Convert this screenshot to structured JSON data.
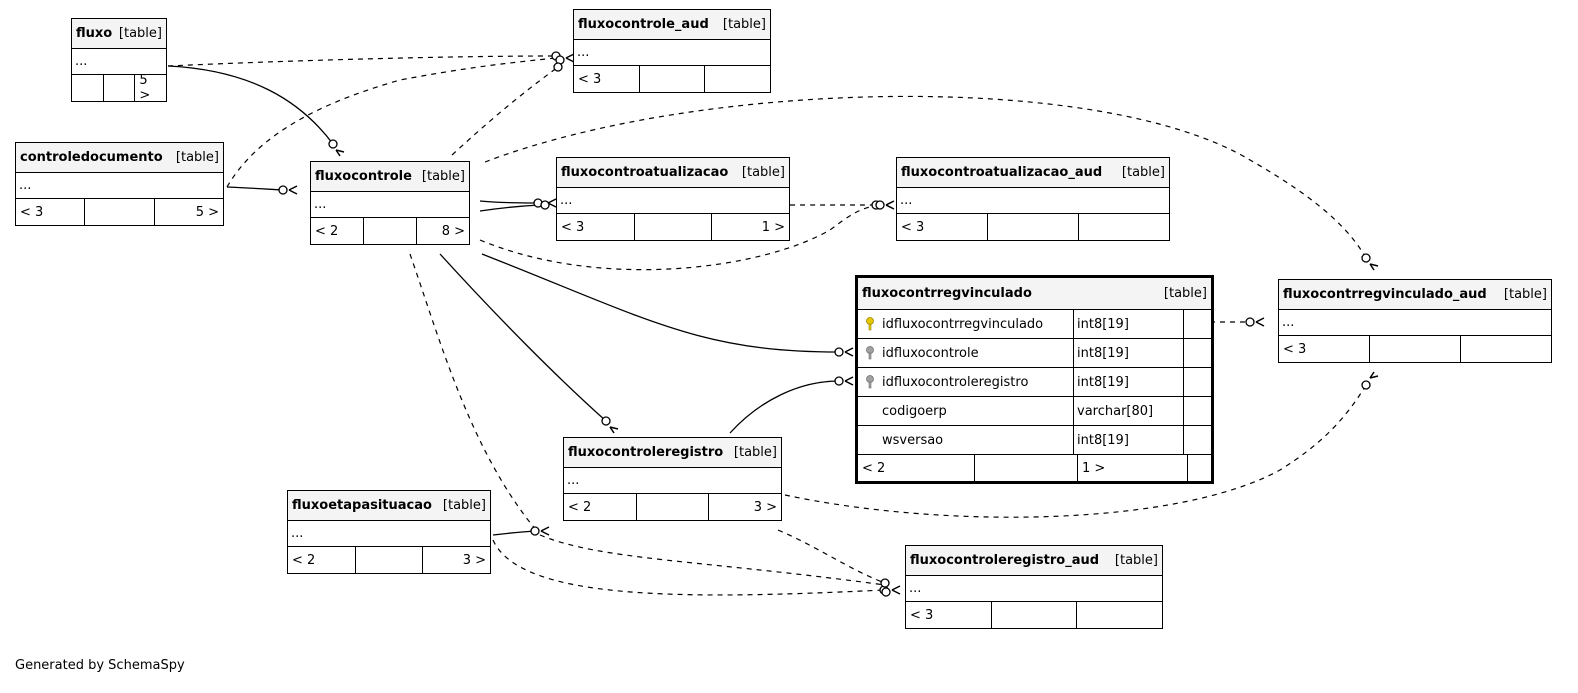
{
  "tables": {
    "fluxo": {
      "name": "fluxo",
      "type": "[table]",
      "body": "...",
      "foot": [
        "",
        "",
        "5 >"
      ]
    },
    "fluxocontrole_aud": {
      "name": "fluxocontrole_aud",
      "type": "[table]",
      "body": "...",
      "foot": [
        "< 3",
        "",
        ""
      ]
    },
    "controledocumento": {
      "name": "controledocumento",
      "type": "[table]",
      "body": "...",
      "foot": [
        "< 3",
        "",
        "5 >"
      ]
    },
    "fluxocontrole": {
      "name": "fluxocontrole",
      "type": "[table]",
      "body": "...",
      "foot": [
        "< 2",
        "",
        "8 >"
      ]
    },
    "fluxocontroatualizacao": {
      "name": "fluxocontroatualizacao",
      "type": "[table]",
      "body": "...",
      "foot": [
        "< 3",
        "",
        "1 >"
      ]
    },
    "fluxocontroatualizacao_aud": {
      "name": "fluxocontroatualizacao_aud",
      "type": "[table]",
      "body": "...",
      "foot": [
        "< 3",
        "",
        ""
      ]
    },
    "fluxocontrregvinculado_aud": {
      "name": "fluxocontrregvinculado_aud",
      "type": "[table]",
      "body": "...",
      "foot": [
        "< 3",
        "",
        ""
      ]
    },
    "fluxocontroleregistro": {
      "name": "fluxocontroleregistro",
      "type": "[table]",
      "body": "...",
      "foot": [
        "< 2",
        "",
        "3 >"
      ]
    },
    "fluxoetapasituacao": {
      "name": "fluxoetapasituacao",
      "type": "[table]",
      "body": "...",
      "foot": [
        "< 2",
        "",
        "3 >"
      ]
    },
    "fluxocontroleregistro_aud": {
      "name": "fluxocontroleregistro_aud",
      "type": "[table]",
      "body": "...",
      "foot": [
        "< 3",
        "",
        ""
      ]
    }
  },
  "focus_table": {
    "name": "fluxocontrregvinculado",
    "type": "[table]",
    "columns": [
      {
        "name": "idfluxocontrregvinculado",
        "type": "int8[19]",
        "key": "primary-key-icon"
      },
      {
        "name": "idfluxocontrole",
        "type": "int8[19]",
        "key": "foreign-key-icon"
      },
      {
        "name": "idfluxocontroleregistro",
        "type": "int8[19]",
        "key": "foreign-key-icon"
      },
      {
        "name": "codigoerp",
        "type": "varchar[80]",
        "key": ""
      },
      {
        "name": "wsversao",
        "type": "int8[19]",
        "key": ""
      }
    ],
    "foot": [
      "< 2",
      "",
      "1 >"
    ]
  },
  "colors": {
    "primary_key": "#e6c800",
    "foreign_key": "#a0a0a0"
  },
  "footer": "Generated by SchemaSpy"
}
